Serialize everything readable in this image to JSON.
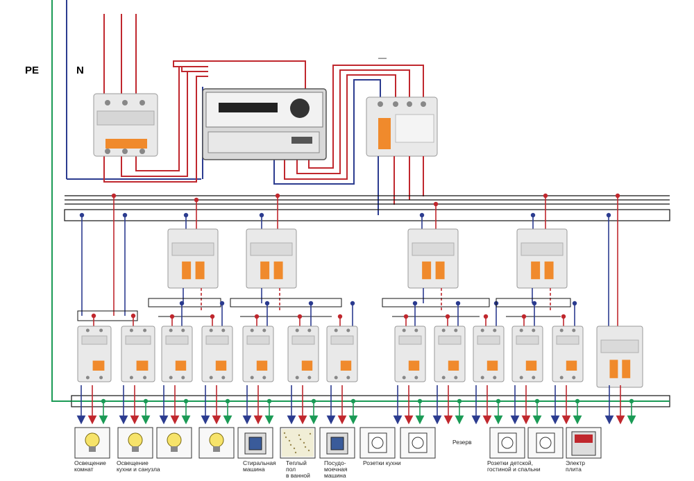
{
  "labels": {
    "pe": "PE",
    "n": "N",
    "dash": "—"
  },
  "captions": [
    {
      "id": "light-rooms",
      "text": "Освещение\nкомнат"
    },
    {
      "id": "light-kitchen",
      "text": "Освещение\nкухни и санузла"
    },
    {
      "id": "washing",
      "text": "Стиральная\nмашина"
    },
    {
      "id": "floor",
      "text": "Теплый\nпол\nв ванной"
    },
    {
      "id": "dishwasher",
      "text": "Посудо-\nмоечная\nмашина"
    },
    {
      "id": "kitchen-sockets",
      "text": "Розетки кухни"
    },
    {
      "id": "reserve",
      "text": "Резерв"
    },
    {
      "id": "room-sockets",
      "text": "Розетки детской,\nгостиной и спальни"
    },
    {
      "id": "stove",
      "text": "Электр\nплита"
    }
  ],
  "icons": [
    {
      "name": "bulb-icon"
    },
    {
      "name": "bulb-icon"
    },
    {
      "name": "bulb-icon"
    },
    {
      "name": "bulb-icon"
    },
    {
      "name": "washing-machine-icon"
    },
    {
      "name": "heated-floor-icon"
    },
    {
      "name": "dishwasher-icon"
    },
    {
      "name": "socket-icon"
    },
    {
      "name": "socket-icon"
    },
    {
      "name": "socket-icon"
    },
    {
      "name": "socket-icon"
    },
    {
      "name": "stove-icon"
    }
  ],
  "colors": {
    "phase": "#c0272d",
    "neutral": "#2b3b8f",
    "earth": "#1a9a55",
    "busbar": "#111111",
    "breaker_body": "#e9e9e9",
    "breaker_accent": "#f08a2c"
  }
}
